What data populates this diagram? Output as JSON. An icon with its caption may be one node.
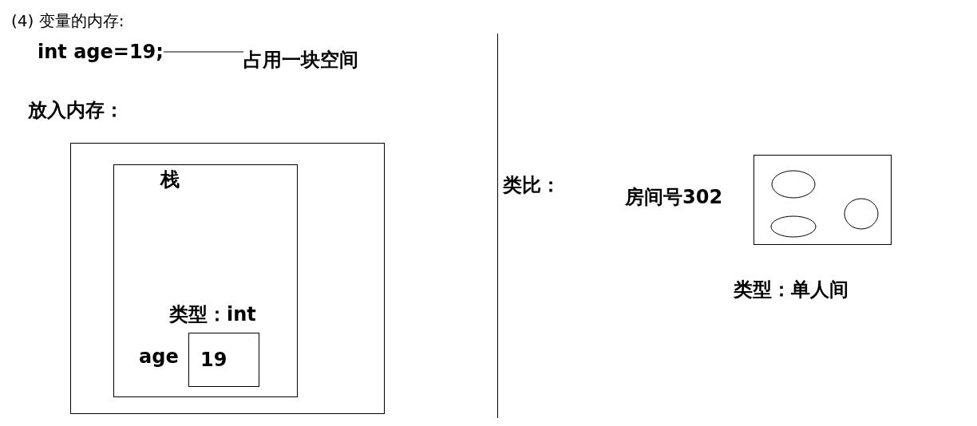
{
  "diagram": {
    "title": "(4) 变量的内存:",
    "nodes": [
      {
        "text": [
          "int age=19;"
        ]
      },
      {
        "text": [
          "占用一块空间"
        ]
      },
      {
        "text": [],
        "shape": "box"
      },
      {
        "text": [
          "栈"
        ],
        "in": 2
      },
      {
        "text": [
          "19"
        ],
        "in": 3,
        "beside": [
          "类型：int",
          "age"
        ]
      },
      {
        "text": [],
        "shape": "box",
        "beside": [
          "房间号302",
          "类型：单人间"
        ]
      }
    ],
    "edges": [
      {
        "from": 0,
        "to": 1,
        "arrow": "none"
      }
    ],
    "labels": [
      "放入内存：",
      "类比："
    ]
  }
}
